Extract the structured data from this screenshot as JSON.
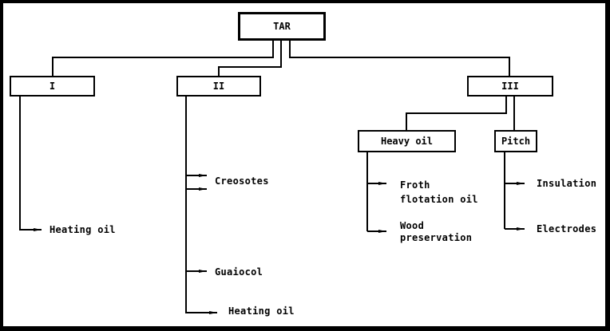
{
  "diagram": {
    "root": {
      "label": "TAR"
    },
    "fractions": [
      {
        "id": "I",
        "label": "I",
        "products": [
          "Heating oil"
        ]
      },
      {
        "id": "II",
        "label": "II",
        "products": [
          "Creosotes",
          "Guaiocol",
          "Heating oil"
        ]
      },
      {
        "id": "III",
        "label": "III",
        "subfractions": [
          {
            "label": "Heavy oil",
            "products": [
              "Froth flotation oil",
              "Wood preservation"
            ]
          },
          {
            "label": "Pitch",
            "products": [
              "Insulation",
              "Electrodes"
            ]
          }
        ]
      }
    ]
  },
  "labels": {
    "tar": "TAR",
    "i": "I",
    "ii": "II",
    "iii": "III",
    "heavy_oil": "Heavy oil",
    "pitch": "Pitch",
    "i_heating_oil": "Heating oil",
    "ii_creosotes": "Creosotes",
    "ii_guaiocol": "Guaiocol",
    "ii_heating_oil": "Heating oil",
    "froth_line1": "Froth",
    "froth_line2": "flotation oil",
    "wood_line1": "Wood",
    "wood_line2": "preservation",
    "insulation": "Insulation",
    "electrodes": "Electrodes"
  }
}
